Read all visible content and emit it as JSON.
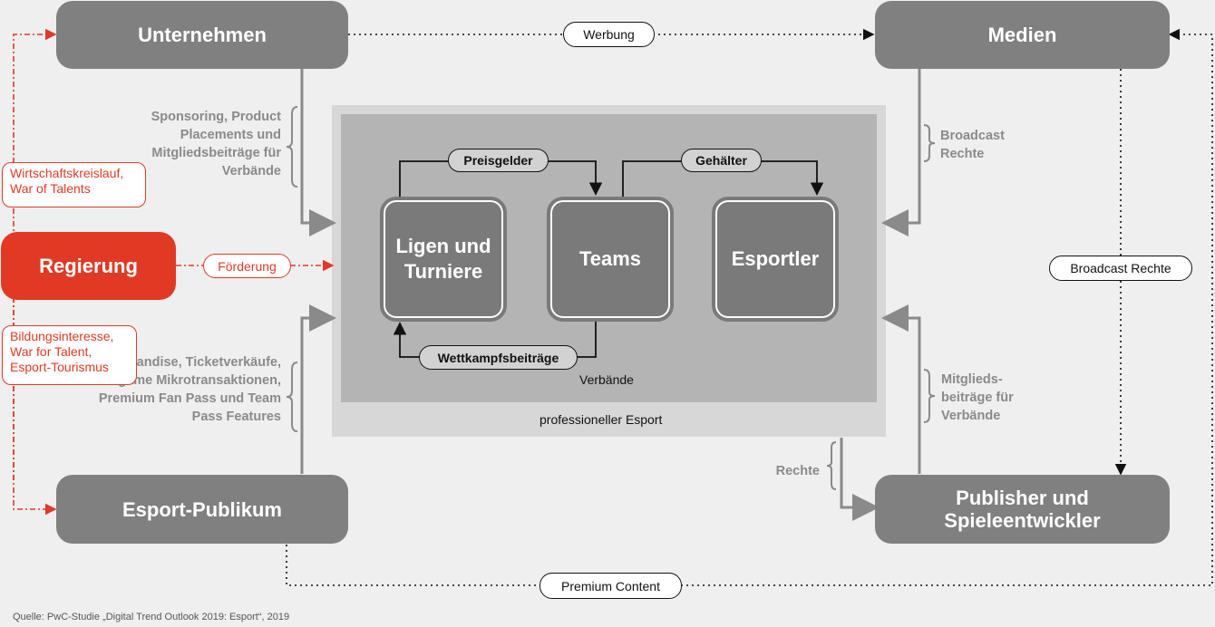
{
  "entities": {
    "unternehmen": "Unternehmen",
    "medien": "Medien",
    "regierung": "Regierung",
    "publikum": "Esport-Publikum",
    "publisher": "Publisher und Spieleentwickler"
  },
  "inner": {
    "ligen": "Ligen und Turniere",
    "teams": "Teams",
    "esportler": "Esportler",
    "verbaende": "Verbände",
    "professionell": "professioneller Esport"
  },
  "flows": {
    "werbung": "Werbung",
    "foerderung": "Förderung",
    "broadcast_rechte": "Broadcast Rechte",
    "premium_content": "Premium Content",
    "preisgelder": "Preisgelder",
    "gehaelter": "Gehälter",
    "wettkampfsbeitraege": "Wettkampfsbeiträge"
  },
  "labels": {
    "sponsoring": "Sponsoring, Product Placements und Mitgliedsbeiträge für Verbände",
    "merchandise": "Merchandise, Ticketverkäufe, Ingame Mikrotransaktionen, Premium Fan Pass und Team Pass Features",
    "broadcast": "Broadcast Rechte",
    "mitglieds": "Mitglieds-beiträge für Verbände",
    "rechte": "Rechte"
  },
  "government": {
    "top": "Wirtschaftskreislauf, War of Talents",
    "bottom": "Bildungsinteresse, War for Talent, Esport-Tourismus"
  },
  "source": "Quelle: PwC-Studie „Digital Trend Outlook 2019: Esport“, 2019",
  "colors": {
    "grey": "#808080",
    "red": "#e03a25",
    "panel": "#d7d7d7",
    "inner_panel": "#b4b4b4"
  }
}
